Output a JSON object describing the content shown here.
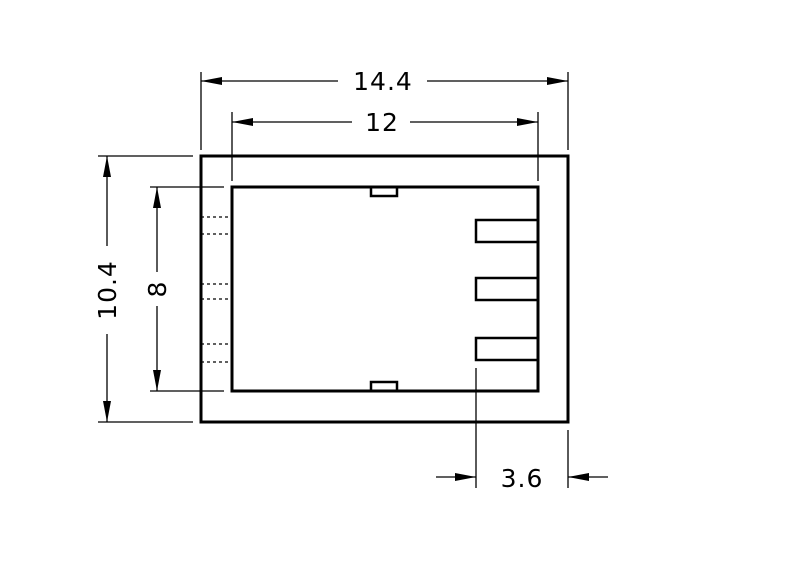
{
  "dimensions": {
    "outer_width": "14.4",
    "inner_width": "12",
    "outer_height": "10.4",
    "inner_height": "8",
    "tab_offset": "3.6"
  },
  "colors": {
    "line": "#000000",
    "background": "#ffffff"
  }
}
